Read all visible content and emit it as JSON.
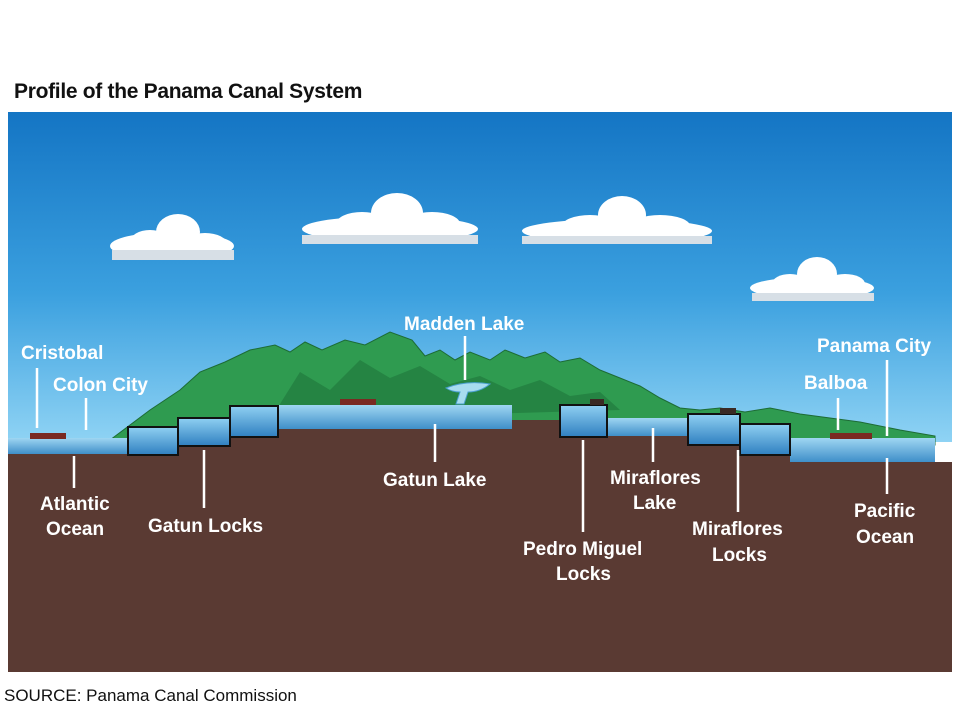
{
  "title": "Profile of the Panama Canal System",
  "source": "SOURCE: Panama Canal Commission",
  "labels": {
    "cristobal": "Cristobal",
    "colon_city": "Colon City",
    "madden_lake": "Madden Lake",
    "panama_city": "Panama City",
    "balboa": "Balboa",
    "atlantic_1": "Atlantic",
    "atlantic_2": "Ocean",
    "gatun_locks": "Gatun Locks",
    "gatun_lake": "Gatun Lake",
    "pedro_1": "Pedro Miguel",
    "pedro_2": "Locks",
    "mira_lake_1": "Miraflores",
    "mira_lake_2": "Lake",
    "mira_locks_1": "Miraflores",
    "mira_locks_2": "Locks",
    "pacific_1": "Pacific",
    "pacific_2": "Ocean"
  },
  "colors": {
    "sky_top": "#1a7fc9",
    "sky_bottom": "#7fcbf0",
    "mountains": "#2e9a4e",
    "ground": "#5a3a33",
    "water": "#6fb4dd",
    "lock": "#4a9ed6"
  }
}
